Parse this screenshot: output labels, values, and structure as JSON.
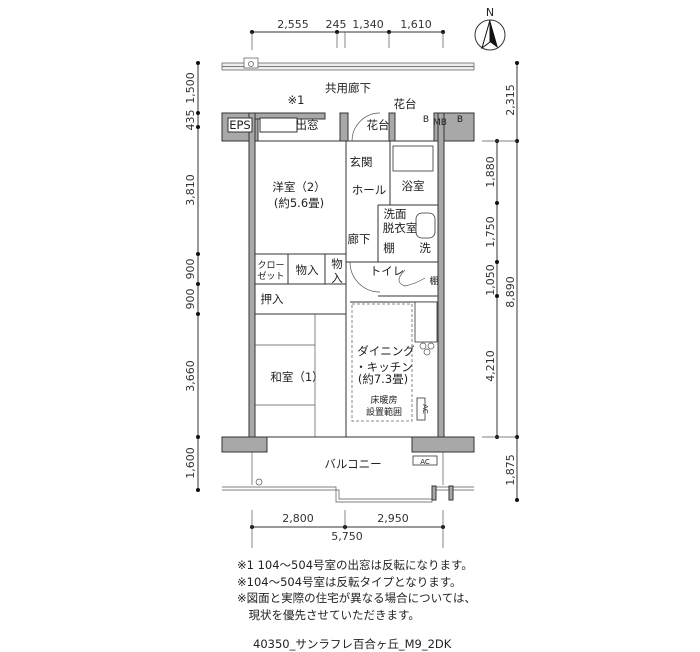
{
  "compass": {
    "label": "N"
  },
  "dims_top": [
    "2,555",
    "245",
    "1,340",
    "1,610"
  ],
  "dims_left": [
    "1,500",
    "435",
    "3,810",
    "900",
    "900",
    "3,660",
    "1,600"
  ],
  "dims_right_inner": [
    "1,880",
    "1,750",
    "1,050",
    "4,210"
  ],
  "dims_right_outer": [
    "2,315",
    "8,890",
    "1,875"
  ],
  "dims_bottom": [
    "2,800",
    "2,950"
  ],
  "dims_bottom_total": "5,750",
  "rooms": {
    "corridor_common": "共用廊下",
    "note_mark": "※1",
    "eps": "EPS",
    "bay_window": "出窓",
    "flower_stand_1": "花台",
    "flower_stand_2": "花台",
    "b1": "B",
    "mb": "MB",
    "b2": "B",
    "entrance": "玄関",
    "hall": "ホール",
    "bath": "浴室",
    "western_room": "洋室（2）",
    "western_room_size": "(約5.6畳)",
    "washroom_1": "洗面",
    "washroom_2": "脱衣室",
    "hallway": "廊下",
    "shelf_1": "棚",
    "washer": "洗",
    "closet_1": "クロー",
    "closet_2": "ゼット",
    "storage_1": "物入",
    "storage_2_a": "物",
    "storage_2_b": "入",
    "toilet": "トイレ",
    "shelf_2": "棚",
    "oshiire": "押入",
    "dining_1": "ダイニング",
    "dining_2": "・キッチン",
    "dining_size": "(約7.3畳)",
    "japanese_room": "和室（1）",
    "floor_heating_1": "床暖房",
    "floor_heating_2": "設置範囲",
    "ac_indoor": "AC",
    "balcony": "バルコニー",
    "ac_outdoor": "AC"
  },
  "notes": [
    "※1 104～504号室の出窓は反転になります。",
    "※104～504号室は反転タイプとなります。",
    "※図面と実際の住宅が異なる場合については、",
    "　現状を優先させていただきます。"
  ],
  "caption": "40350_サンラフレ百合ヶ丘_M9_2DK"
}
